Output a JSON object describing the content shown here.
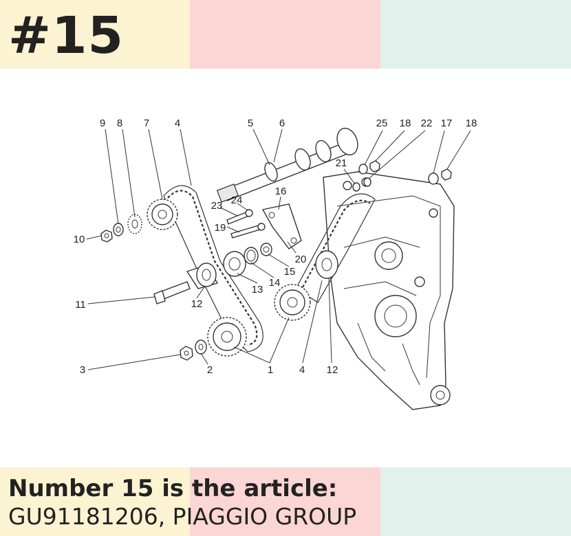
{
  "colors": {
    "band_yellow": "#fcf3d2",
    "band_pink": "#fbd6d4",
    "band_mint": "#e1f2ec",
    "text": "#222222"
  },
  "header": {
    "number_badge": "#15"
  },
  "footer": {
    "caption_line1": "Number 15 is the article:",
    "caption_line2": "GU91181206, PIAGGIO GROUP"
  },
  "diagram": {
    "callouts": [
      "9",
      "8",
      "7",
      "4",
      "5",
      "6",
      "25",
      "18",
      "22",
      "17",
      "18",
      "21",
      "16",
      "23",
      "24",
      "19",
      "10",
      "20",
      "13",
      "14",
      "15",
      "11",
      "12",
      "3",
      "2",
      "1",
      "4",
      "12"
    ]
  }
}
